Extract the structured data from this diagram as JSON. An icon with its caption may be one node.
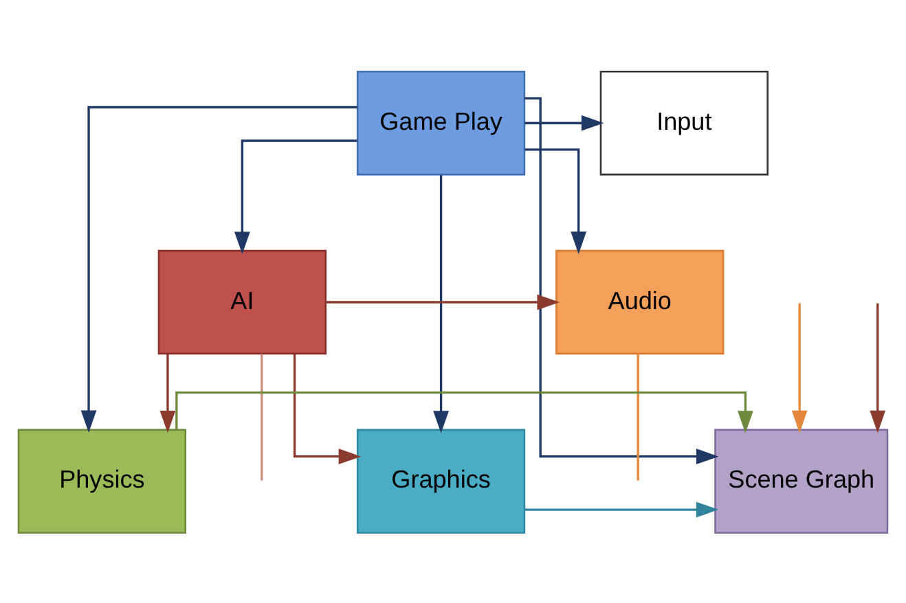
{
  "diagram": {
    "nodes": [
      {
        "text": [
          "Game Play"
        ]
      },
      {
        "text": [
          "Input"
        ]
      },
      {
        "text": [
          "AI"
        ]
      },
      {
        "text": [
          "Audio"
        ]
      },
      {
        "text": [
          "Graphics"
        ]
      },
      {
        "text": [
          "Physics"
        ]
      },
      {
        "text": [
          "Scene Graph"
        ]
      }
    ],
    "edges": [
      {
        "from": 0,
        "to": 1,
        "arrow": "to"
      },
      {
        "from": 0,
        "to": 2,
        "arrow": "to"
      },
      {
        "from": 0,
        "to": 3,
        "arrow": "to"
      },
      {
        "from": 2,
        "to": 3,
        "arrow": "to",
        "color": "#8b3a2e"
      },
      {
        "from": 2,
        "to": 4,
        "arrow": "to",
        "color": "#8b3a2e"
      },
      {
        "from": 0,
        "to": 4,
        "arrow": "to"
      },
      {
        "from": 0,
        "to": 5,
        "arrow": "to"
      },
      {
        "from": 0,
        "to": 6,
        "arrow": "to"
      },
      {
        "from": 2,
        "to": 5,
        "arrow": "to",
        "color": "#8b3a2e"
      },
      {
        "from": 5,
        "to": 6,
        "arrow": "to",
        "color": "#6e8b3d"
      },
      {
        "from": 4,
        "to": 6,
        "arrow": "to",
        "color": "#31849b"
      },
      {
        "from": 3,
        "to": null,
        "arrow": "none",
        "color": "#e3883c"
      },
      {
        "from": null,
        "to": 6,
        "arrow": "to",
        "color": "#e3883c"
      },
      {
        "from": null,
        "to": 6,
        "arrow": "to",
        "color": "#8b3a2e"
      },
      {
        "from": 2,
        "to": null,
        "arrow": "none",
        "color": "#c9917f"
      }
    ]
  }
}
